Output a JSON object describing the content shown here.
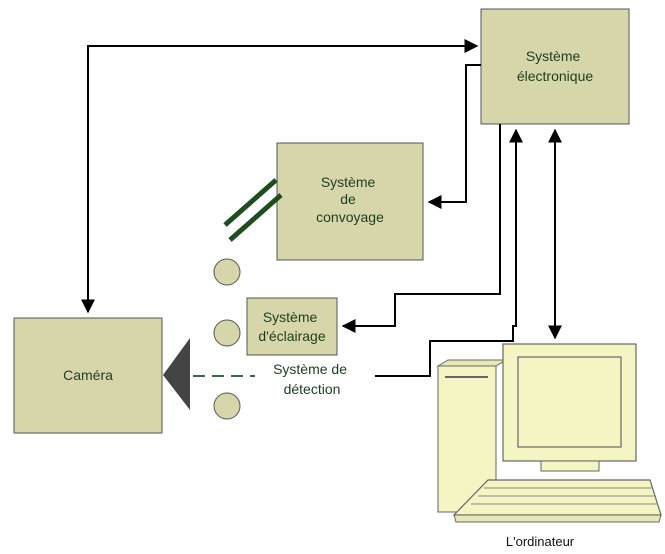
{
  "colors": {
    "box_fill": "#d6d6aa",
    "box_stroke": "#555555",
    "label_text": "#1f3d1f",
    "arrow": "#000000",
    "camera_lens": "#444444",
    "conveyor_bars": "#1f4d1f",
    "computer_fill": "#f5f5c4",
    "computer_stroke": "#666666"
  },
  "nodes": {
    "systeme_electronique": {
      "lines": [
        "Système",
        "électronique"
      ]
    },
    "systeme_convoyage": {
      "lines": [
        "Système",
        "de",
        "convoyage"
      ]
    },
    "systeme_eclairage": {
      "lines": [
        "Système",
        "d'éclairage"
      ]
    },
    "camera": {
      "lines": [
        "Caméra"
      ]
    },
    "systeme_detection": {
      "lines": [
        "Système de",
        "détection"
      ]
    },
    "ordinateur": {
      "label": "L'ordinateur"
    }
  },
  "edges": [
    {
      "from": "systeme_electronique",
      "to": "camera",
      "direction": "bidirectional"
    },
    {
      "from": "systeme_electronique",
      "to": "systeme_convoyage",
      "direction": "to"
    },
    {
      "from": "systeme_electronique",
      "to": "systeme_eclairage",
      "direction": "to"
    },
    {
      "from": "systeme_detection",
      "to": "systeme_electronique",
      "direction": "to"
    },
    {
      "from": "systeme_electronique",
      "to": "ordinateur",
      "direction": "bidirectional"
    }
  ]
}
